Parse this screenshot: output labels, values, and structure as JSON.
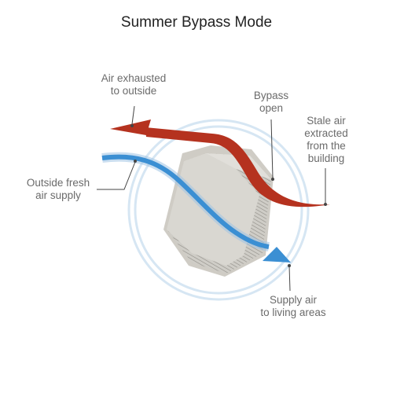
{
  "title": "Summer Bypass Mode",
  "labels": {
    "exhaust": [
      "Air exhausted",
      "to outside"
    ],
    "bypass": [
      "Bypass",
      "open"
    ],
    "stale": [
      "Stale air",
      "extracted",
      "from the",
      "building"
    ],
    "fresh": [
      "Outside fresh",
      "air supply"
    ],
    "supply": [
      "Supply air",
      "to living areas"
    ]
  },
  "colors": {
    "exhaust_arrow": "#b5321f",
    "supply_arrow": "#3b8fd3",
    "ring": "#d6e6f3",
    "core_face": "#d8d6d0",
    "core_side": "#bdbab3"
  }
}
